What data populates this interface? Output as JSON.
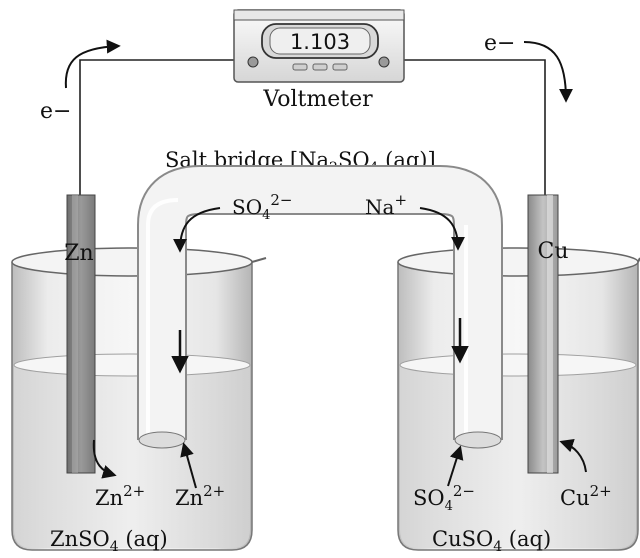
{
  "voltmeter": {
    "reading": "1.103",
    "label": "Voltmeter"
  },
  "electron_left": "e−",
  "electron_right": "e−",
  "salt_bridge": {
    "prefix": "Salt bridge [Na",
    "sub2": "2",
    "mid": "SO",
    "sub4": "4",
    "suffix": " (aq)]"
  },
  "bridge_ions": {
    "so4": "SO",
    "so4_sub": "4",
    "so4_sup": "2−",
    "na": "Na",
    "na_sup": "+"
  },
  "left_cell": {
    "electrode": "Zn",
    "ion_a": "Zn",
    "ion_a_sup": "2+",
    "ion_b": "Zn",
    "ion_b_sup": "2+",
    "solution_a": "ZnSO",
    "solution_sub": "4",
    "solution_b": " (aq)"
  },
  "right_cell": {
    "electrode": "Cu",
    "ion_a": "SO",
    "ion_a_sub": "4",
    "ion_a_sup": "2−",
    "ion_b": "Cu",
    "ion_b_sup": "2+",
    "solution_a": "CuSO",
    "solution_sub": "4",
    "solution_b": " (aq)"
  }
}
